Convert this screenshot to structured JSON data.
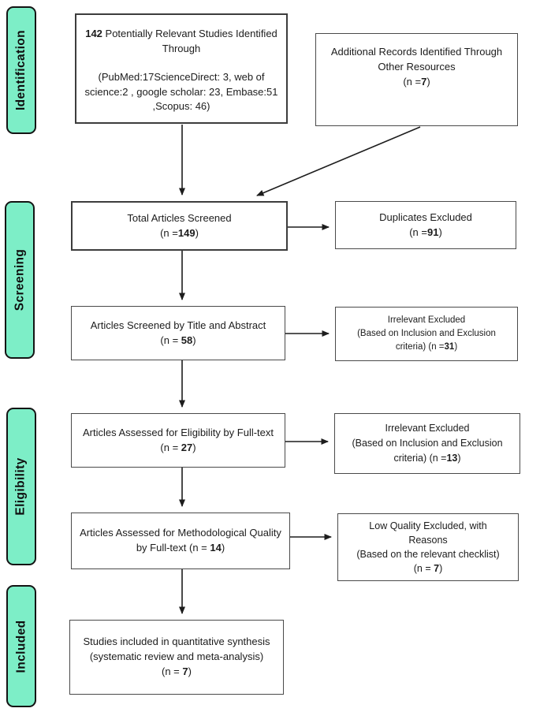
{
  "title": "PRISMA flow diagram of study selection",
  "colors": {
    "stage_fill": "#7deec7",
    "stage_border": "#141414",
    "box_border": "#4a4a4a",
    "arrow": "#1d1d1d",
    "text": "#1c1c1c",
    "background": "#ffffff"
  },
  "stages": [
    {
      "label": "Identification"
    },
    {
      "label": "Screening"
    },
    {
      "label": "Eligibility"
    },
    {
      "label": "Included"
    }
  ],
  "flow": {
    "identified": {
      "count_bold": "142",
      "title": " Potentially Relevant Studies Identified Through",
      "sources": "(PubMed:17ScienceDirect: 3, web of science:2 , google scholar: 23, Embase:51 ,Scopus: 46)"
    },
    "additional": {
      "text": "Additional Records Identified Through Other Resources",
      "n_prefix": "(n =",
      "n_value": "7",
      "n_suffix": ")"
    },
    "screened": {
      "text": "Total Articles Screened",
      "n_prefix": "(n =",
      "n_value": "149",
      "n_suffix": ")"
    },
    "duplicates": {
      "text": "Duplicates Excluded",
      "n_prefix": "(n =",
      "n_value": "91",
      "n_suffix": ")"
    },
    "title_abstract": {
      "text": "Articles Screened by Title and Abstract",
      "n_prefix": "(n = ",
      "n_value": "58",
      "n_suffix": ")"
    },
    "irrelevant1": {
      "line1": "Irrelevant Excluded",
      "line2": "(Based on Inclusion and Exclusion criteria)  ",
      "n_prefix": "(n =",
      "n_value": "31",
      "n_suffix": ")"
    },
    "eligibility": {
      "text": "Articles Assessed for Eligibility by Full-text ",
      "n_prefix": "(n = ",
      "n_value": "27",
      "n_suffix": ")"
    },
    "irrelevant2": {
      "line1": "Irrelevant Excluded",
      "line2": "(Based on Inclusion and Exclusion criteria) ",
      "n_prefix": "(n =",
      "n_value": "13",
      "n_suffix": ")"
    },
    "quality": {
      "text": "Articles Assessed for Methodological Quality by Full-text ",
      "n_prefix": "(n = ",
      "n_value": "14",
      "n_suffix": ")"
    },
    "low_quality": {
      "line1": "Low Quality Excluded, with Reasons",
      "line2": "(Based on the relevant checklist)",
      "n_prefix": "(n = ",
      "n_value": "7",
      "n_suffix": ")"
    },
    "included": {
      "text": "Studies included in quantitative synthesis (systematic review and meta-analysis)",
      "n_prefix": "(n = ",
      "n_value": "7",
      "n_suffix": ")"
    }
  }
}
